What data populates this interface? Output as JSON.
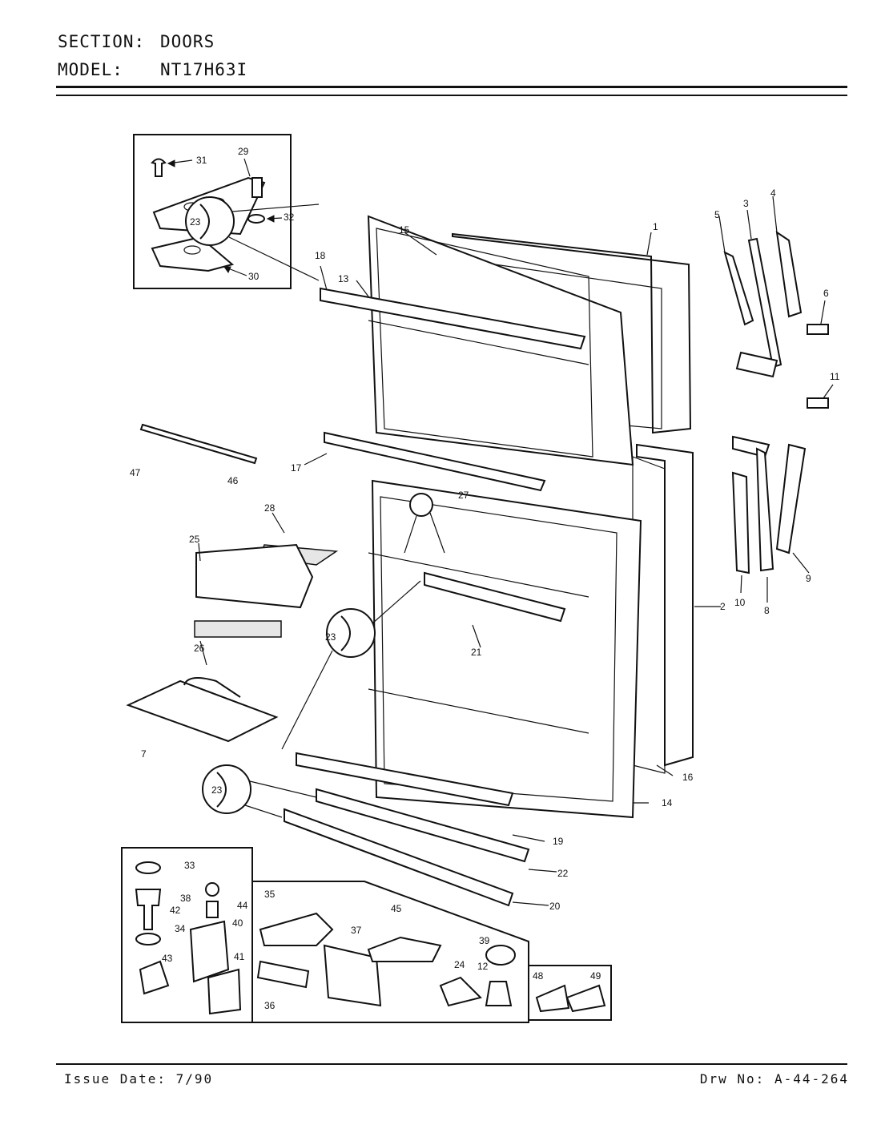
{
  "header": {
    "section_label": "SECTION:",
    "section_value": "DOORS",
    "model_label": "MODEL:",
    "model_value": "NT17H63I"
  },
  "footer": {
    "issue_date": "Issue Date: 7/90",
    "drawing_number": "Drw No: A-44-264"
  },
  "callouts": {
    "c1": "1",
    "c2": "2",
    "c3": "3",
    "c4": "4",
    "c5": "5",
    "c6": "6",
    "c7": "7",
    "c8": "8",
    "c9": "9",
    "c10": "10",
    "c11": "11",
    "c12": "12",
    "c13": "13",
    "c14": "14",
    "c15": "15",
    "c16": "16",
    "c17": "17",
    "c18": "18",
    "c19": "19",
    "c20": "20",
    "c21": "21",
    "c22": "22",
    "c23a": "23",
    "c23b": "23",
    "c23c": "23",
    "c24": "24",
    "c25": "25",
    "c26": "26",
    "c27": "27",
    "c28": "28",
    "c29": "29",
    "c30": "30",
    "c31": "31",
    "c32": "32",
    "c33": "33",
    "c34": "34",
    "c35": "35",
    "c36": "36",
    "c37": "37",
    "c38": "38",
    "c39": "39",
    "c40": "40",
    "c41": "41",
    "c42": "42",
    "c43": "43",
    "c44": "44",
    "c45": "45",
    "c46": "46",
    "c47": "47",
    "c48": "48",
    "c49": "49"
  }
}
